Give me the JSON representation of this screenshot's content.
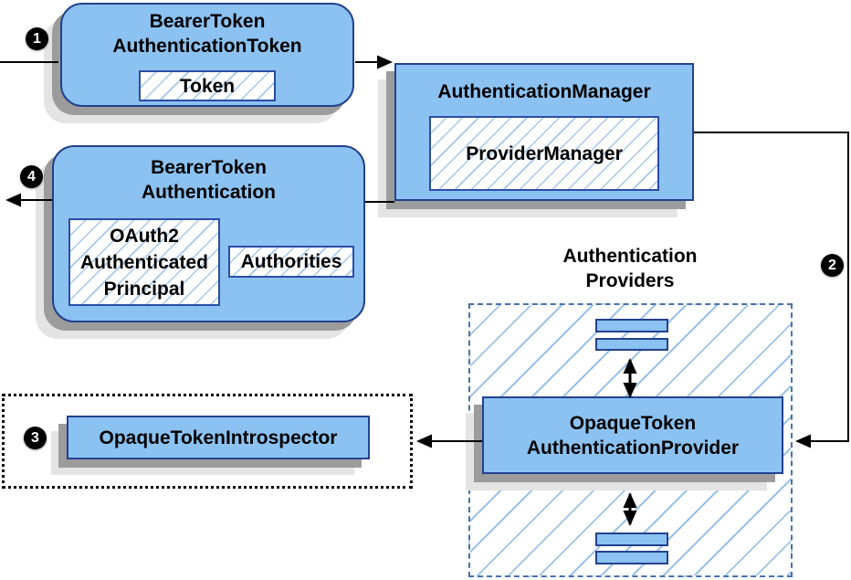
{
  "nodes": {
    "bearer_token_authentication_token": {
      "line1": "BearerToken",
      "line2": "AuthenticationToken",
      "token": "Token"
    },
    "authentication_manager": {
      "title": "AuthenticationManager",
      "child": "ProviderManager"
    },
    "bearer_token_authentication": {
      "line1": "BearerToken",
      "line2": "Authentication",
      "principal1": "OAuth2",
      "principal2": "Authenticated",
      "principal3": "Principal",
      "authorities": "Authorities"
    },
    "providers_group": {
      "line1": "Authentication",
      "line2": "Providers"
    },
    "opaque_token_authentication_provider": {
      "line1": "OpaqueToken",
      "line2": "AuthenticationProvider"
    },
    "opaque_token_introspector": {
      "title": "OpaqueTokenIntrospector"
    }
  },
  "badges": {
    "step1": "1",
    "step2": "2",
    "step3": "3",
    "step4": "4"
  },
  "colors": {
    "node_fill": "#8cc2f1",
    "node_border": "#22418f",
    "hatch_line": "#a3c7ec",
    "dashed_border": "#4573ad",
    "shadow_dark": "#9c9c9c",
    "shadow_light": "#e4e4e4",
    "arrow": "#000000",
    "badge_bg": "#000000",
    "badge_text": "#ffffff"
  }
}
